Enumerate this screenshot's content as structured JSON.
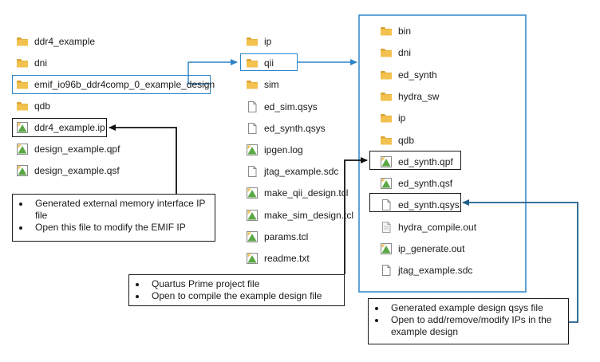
{
  "colors": {
    "folder": "#f2c14e",
    "folder_tab": "#d9a233",
    "highlight_blue": "#2e86c8",
    "arrow_black": "#111111",
    "arrow_teal": "#1f5f8b",
    "doc_edge": "#8a8a8a",
    "log_edge": "#a0a0a0",
    "quartus_green": "#5aa845"
  },
  "column_left": {
    "items": [
      {
        "icon": "folder-icon",
        "label": "ddr4_example"
      },
      {
        "icon": "folder-icon",
        "label": "dni"
      },
      {
        "icon": "folder-icon",
        "label": "emif_io96b_ddr4comp_0_example_design"
      },
      {
        "icon": "folder-icon",
        "label": "qdb"
      },
      {
        "icon": "quartus-file-icon",
        "label": "ddr4_example.ip"
      },
      {
        "icon": "quartus-file-icon",
        "label": "design_example.qpf"
      },
      {
        "icon": "quartus-file-icon",
        "label": "design_example.qsf"
      }
    ]
  },
  "column_middle": {
    "items": [
      {
        "icon": "folder-icon",
        "label": "ip"
      },
      {
        "icon": "folder-icon",
        "label": "qii"
      },
      {
        "icon": "folder-icon",
        "label": "sim"
      },
      {
        "icon": "document-icon",
        "label": "ed_sim.qsys"
      },
      {
        "icon": "document-icon",
        "label": "ed_synth.qsys"
      },
      {
        "icon": "quartus-file-icon",
        "label": "ipgen.log"
      },
      {
        "icon": "document-icon",
        "label": "jtag_example.sdc"
      },
      {
        "icon": "quartus-file-icon",
        "label": "make_qii_design.tcl"
      },
      {
        "icon": "quartus-file-icon",
        "label": "make_sim_design.tcl"
      },
      {
        "icon": "quartus-file-icon",
        "label": "params.tcl"
      },
      {
        "icon": "quartus-file-icon",
        "label": "readme.txt"
      }
    ]
  },
  "column_right": {
    "items": [
      {
        "icon": "folder-icon",
        "label": "bin"
      },
      {
        "icon": "folder-icon",
        "label": "dni"
      },
      {
        "icon": "folder-icon",
        "label": "ed_synth"
      },
      {
        "icon": "folder-icon",
        "label": "hydra_sw"
      },
      {
        "icon": "folder-icon",
        "label": "ip"
      },
      {
        "icon": "folder-icon",
        "label": "qdb"
      },
      {
        "icon": "quartus-file-icon",
        "label": "ed_synth.qpf"
      },
      {
        "icon": "quartus-file-icon",
        "label": "ed_synth.qsf"
      },
      {
        "icon": "document-icon",
        "label": "ed_synth.qsys"
      },
      {
        "icon": "log-file-icon",
        "label": "hydra_compile.out"
      },
      {
        "icon": "quartus-file-icon",
        "label": "ip_generate.out"
      },
      {
        "icon": "document-icon",
        "label": "jtag_example.sdc"
      }
    ]
  },
  "callouts": {
    "ip_file": {
      "bullets": [
        "Generated external memory interface IP file",
        "Open this file to modify the EMIF IP"
      ]
    },
    "project_file": {
      "bullets": [
        "Quartus Prime project file",
        "Open to compile the example design file"
      ]
    },
    "qsys_file": {
      "bullets": [
        "Generated example design qsys file",
        "Open to add/remove/modify IPs in the example design"
      ]
    }
  }
}
